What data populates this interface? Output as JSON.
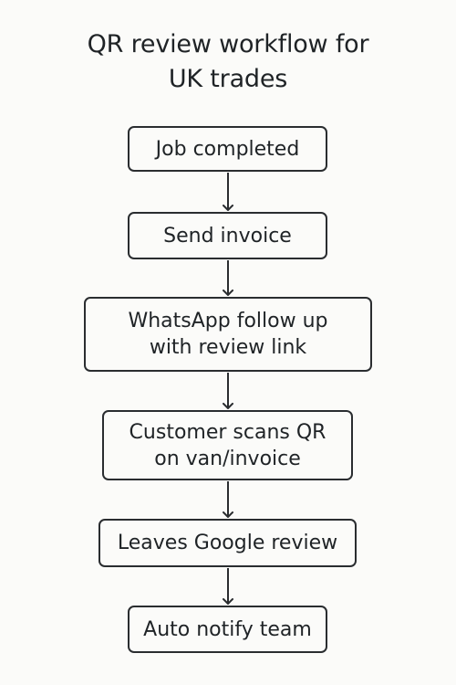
{
  "title": {
    "line1": "QR review workflow for",
    "line2": "UK trades"
  },
  "steps": [
    {
      "lines": [
        "Job completed"
      ]
    },
    {
      "lines": [
        "Send invoice"
      ]
    },
    {
      "lines": [
        "WhatsApp follow up",
        "with review link"
      ]
    },
    {
      "lines": [
        "Customer scans QR",
        "on van/invoice"
      ]
    },
    {
      "lines": [
        "Leaves Google review"
      ]
    },
    {
      "lines": [
        "Auto notify team"
      ]
    }
  ],
  "colors": {
    "background": "#fbfbf9",
    "stroke": "#2a2d30",
    "text": "#1f2326"
  }
}
